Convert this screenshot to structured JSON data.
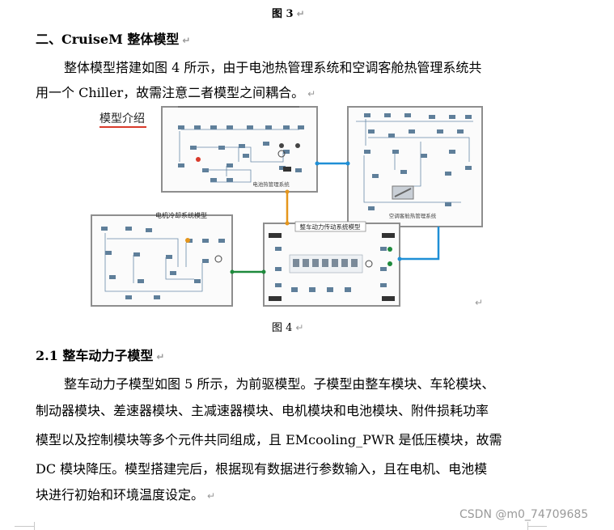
{
  "fig3_caption": "图 3",
  "section2_heading": "二、CruiseM 整体模型",
  "para1": [
    "整体模型搭建如图 4 所示，由于电池热管理系统和空调客舱热管理系统共",
    "用一个 Chiller，故需注意二者模型之间耦合。"
  ],
  "figure4": {
    "title": "模型介绍",
    "battery_label": "电池热管理系统",
    "cabin_label": "空调客舱热管理系统",
    "motor_label": "电机冷却系统模型",
    "powertrain_label": "整车动力传动系统模型",
    "colors": {
      "orange": "#e5961c",
      "blue": "#1f8fd6",
      "green": "#1e8a3c",
      "red": "#d93a2b",
      "frame": "#8e8e8e"
    }
  },
  "fig4_caption": "图 4",
  "section21_heading": "2.1  整车动力子模型",
  "para2": [
    "整车动力子模型如图 5 所示，为前驱模型。子模型由整车模块、车轮模块、",
    "制动器模块、差速器模块、主减速器模块、电机模块和电池模块、附件损耗功率",
    "模型以及控制模块等多个元件共同组成，且 EMcooling_PWR 是低压模块，故需",
    "DC 模块降压。模型搭建完后，根据现有数据进行参数输入，且在电机、电池模",
    "块进行初始和环境温度设定。"
  ],
  "paragraph_mark": "↵",
  "watermark": "CSDN @m0_74709685"
}
